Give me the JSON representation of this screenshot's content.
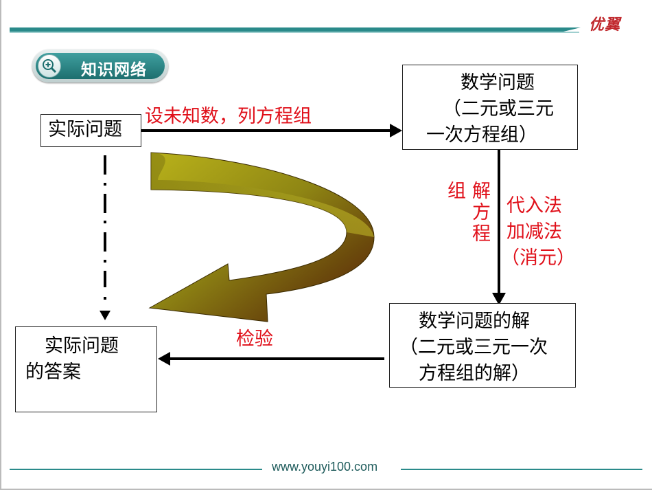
{
  "header": {
    "brand": "优翼"
  },
  "badge": {
    "label": "知识网络"
  },
  "boxes": {
    "practical_problem": "实际问题",
    "math_problem": [
      "数学问题",
      "（二元或三元",
      "一次方程组）"
    ],
    "math_solution": [
      "数学问题的解",
      "（二元或三元一次",
      "方程组的解）"
    ],
    "practical_answer": [
      "实际问题",
      "的答案"
    ]
  },
  "labels": {
    "set_unknowns": "设未知数，列方程组",
    "solve_group": [
      "组",
      "解",
      "方",
      "程"
    ],
    "methods": [
      "代入法",
      "加减法",
      "（消元）"
    ],
    "check": "检验"
  },
  "footer": {
    "url": "www.youyi100.com"
  },
  "colors": {
    "accent": "#2a8a8a",
    "label_red": "#e0101a",
    "brand_red": "#c0282d"
  }
}
